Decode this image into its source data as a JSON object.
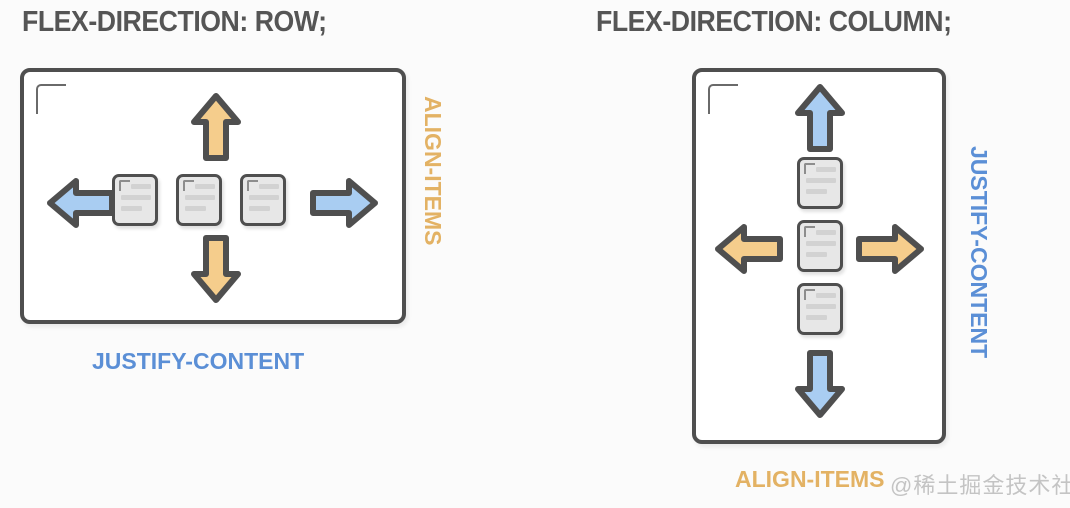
{
  "background_color": "#fbfbfb",
  "palette": {
    "outline": "#4f4f4f",
    "title_gray": "#555555",
    "orange": "#e3b264",
    "orange_fill": "#f5cd8c",
    "blue": "#5b8fd6",
    "blue_fill": "#a9cdf2",
    "doc_fill": "#e7e7e7",
    "doc_bar": "#d2d2d2",
    "watermark_gray": "#c4c4c4"
  },
  "panels": [
    {
      "id": "row",
      "title": "FLEX-DIRECTION: ROW;",
      "container_direction": "row",
      "items_count": 3,
      "main_axis_label": "JUSTIFY-CONTENT",
      "main_axis_color": "#5b8fd6",
      "main_axis_orientation": "horizontal",
      "cross_axis_label": "ALIGN-ITEMS",
      "cross_axis_color": "#e3b264",
      "cross_axis_orientation": "vertical",
      "arrows": [
        {
          "name": "arrow-up",
          "direction": "up",
          "color": "orange"
        },
        {
          "name": "arrow-down",
          "direction": "down",
          "color": "orange"
        },
        {
          "name": "arrow-left",
          "direction": "left",
          "color": "blue"
        },
        {
          "name": "arrow-right",
          "direction": "right",
          "color": "blue"
        }
      ]
    },
    {
      "id": "column",
      "title": "FLEX-DIRECTION: COLUMN;",
      "container_direction": "column",
      "items_count": 3,
      "main_axis_label": "JUSTIFY-CONTENT",
      "main_axis_color": "#5b8fd6",
      "main_axis_orientation": "vertical",
      "cross_axis_label": "ALIGN-ITEMS",
      "cross_axis_color": "#e3b264",
      "cross_axis_orientation": "horizontal",
      "arrows": [
        {
          "name": "arrow-up",
          "direction": "up",
          "color": "blue"
        },
        {
          "name": "arrow-down",
          "direction": "down",
          "color": "blue"
        },
        {
          "name": "arrow-left",
          "direction": "left",
          "color": "orange"
        },
        {
          "name": "arrow-right",
          "direction": "right",
          "color": "orange"
        }
      ]
    }
  ],
  "watermark": "@稀土掘金技术社区"
}
